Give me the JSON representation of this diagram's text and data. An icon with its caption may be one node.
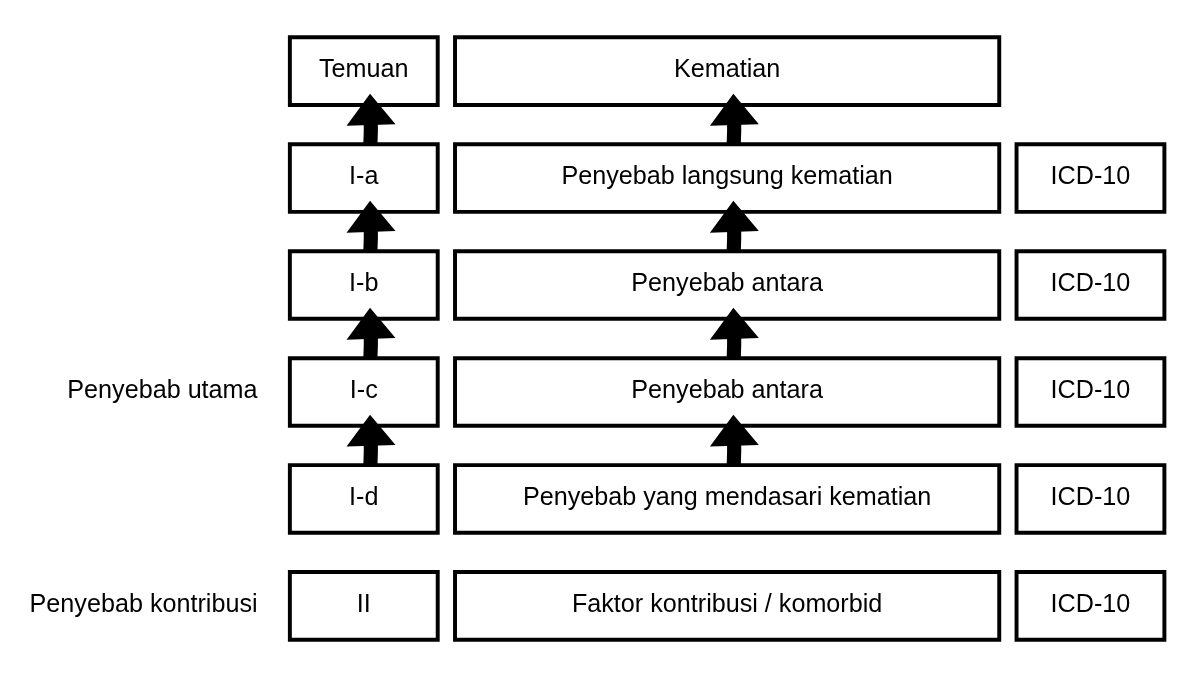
{
  "diagram": {
    "nodes": [
      {
        "text": [
          "Temuan"
        ]
      },
      {
        "text": [
          "Kematian"
        ]
      },
      {
        "text": [
          "I-a"
        ]
      },
      {
        "text": [
          "Penyebab langsung kematian"
        ]
      },
      {
        "text": [
          "ICD-10"
        ]
      },
      {
        "text": [
          "I-b"
        ]
      },
      {
        "text": [
          "Penyebab antara"
        ]
      },
      {
        "text": [
          "ICD-10"
        ]
      },
      {
        "text": [
          "I-c"
        ]
      },
      {
        "text": [
          "Penyebab antara"
        ]
      },
      {
        "text": [
          "ICD-10"
        ]
      },
      {
        "text": [
          "I-d"
        ]
      },
      {
        "text": [
          "Penyebab yang mendasari kematian"
        ]
      },
      {
        "text": [
          "ICD-10"
        ]
      },
      {
        "text": [
          "II"
        ]
      },
      {
        "text": [
          "Faktor kontribusi / komorbid"
        ]
      },
      {
        "text": [
          "ICD-10"
        ]
      }
    ],
    "edges": [
      {
        "from": 2,
        "to": 0,
        "arrow": "to"
      },
      {
        "from": 3,
        "to": 1,
        "arrow": "to"
      },
      {
        "from": 5,
        "to": 2,
        "arrow": "to"
      },
      {
        "from": 6,
        "to": 3,
        "arrow": "to"
      },
      {
        "from": 8,
        "to": 5,
        "arrow": "to"
      },
      {
        "from": 9,
        "to": 6,
        "arrow": "to"
      },
      {
        "from": 11,
        "to": 8,
        "arrow": "to"
      },
      {
        "from": 12,
        "to": 9,
        "arrow": "to"
      }
    ],
    "labels": [
      "Penyebab utama",
      "Penyebab kontribusi"
    ]
  }
}
